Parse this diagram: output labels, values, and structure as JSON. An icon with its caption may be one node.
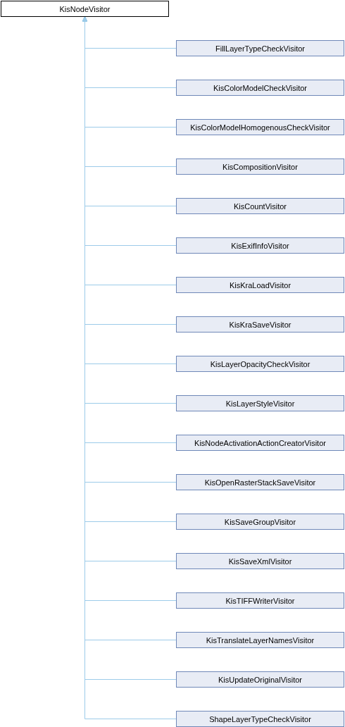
{
  "diagram": {
    "nodes": [
      {
        "text": [
          "KisNodeVisitor"
        ]
      },
      {
        "text": [
          "FillLayerTypeCheckVisitor"
        ]
      },
      {
        "text": [
          "KisColorModelCheckVisitor"
        ]
      },
      {
        "text": [
          "KisColorModelHomogenousCheckVisitor"
        ]
      },
      {
        "text": [
          "KisCompositionVisitor"
        ]
      },
      {
        "text": [
          "KisCountVisitor"
        ]
      },
      {
        "text": [
          "KisExifInfoVisitor"
        ]
      },
      {
        "text": [
          "KisKraLoadVisitor"
        ]
      },
      {
        "text": [
          "KisKraSaveVisitor"
        ]
      },
      {
        "text": [
          "KisLayerOpacityCheckVisitor"
        ]
      },
      {
        "text": [
          "KisLayerStyleVisitor"
        ]
      },
      {
        "text": [
          "KisNodeActivationActionCreatorVisitor"
        ]
      },
      {
        "text": [
          "KisOpenRasterStackSaveVisitor"
        ]
      },
      {
        "text": [
          "KisSaveGroupVisitor"
        ]
      },
      {
        "text": [
          "KisSaveXmlVisitor"
        ]
      },
      {
        "text": [
          "KisTIFFWriterVisitor"
        ]
      },
      {
        "text": [
          "KisTranslateLayerNamesVisitor"
        ]
      },
      {
        "text": [
          "KisUpdateOriginalVisitor"
        ]
      },
      {
        "text": [
          "ShapeLayerTypeCheckVisitor"
        ]
      }
    ],
    "edges": [
      {
        "from": 1,
        "to": 0,
        "arrow": "to"
      },
      {
        "from": 2,
        "to": 0,
        "arrow": "to"
      },
      {
        "from": 3,
        "to": 0,
        "arrow": "to"
      },
      {
        "from": 4,
        "to": 0,
        "arrow": "to"
      },
      {
        "from": 5,
        "to": 0,
        "arrow": "to"
      },
      {
        "from": 6,
        "to": 0,
        "arrow": "to"
      },
      {
        "from": 7,
        "to": 0,
        "arrow": "to"
      },
      {
        "from": 8,
        "to": 0,
        "arrow": "to"
      },
      {
        "from": 9,
        "to": 0,
        "arrow": "to"
      },
      {
        "from": 10,
        "to": 0,
        "arrow": "to"
      },
      {
        "from": 11,
        "to": 0,
        "arrow": "to"
      },
      {
        "from": 12,
        "to": 0,
        "arrow": "to"
      },
      {
        "from": 13,
        "to": 0,
        "arrow": "to"
      },
      {
        "from": 14,
        "to": 0,
        "arrow": "to"
      },
      {
        "from": 15,
        "to": 0,
        "arrow": "to"
      },
      {
        "from": 16,
        "to": 0,
        "arrow": "to"
      },
      {
        "from": 17,
        "to": 0,
        "arrow": "to"
      },
      {
        "from": 18,
        "to": 0,
        "arrow": "to"
      }
    ]
  }
}
